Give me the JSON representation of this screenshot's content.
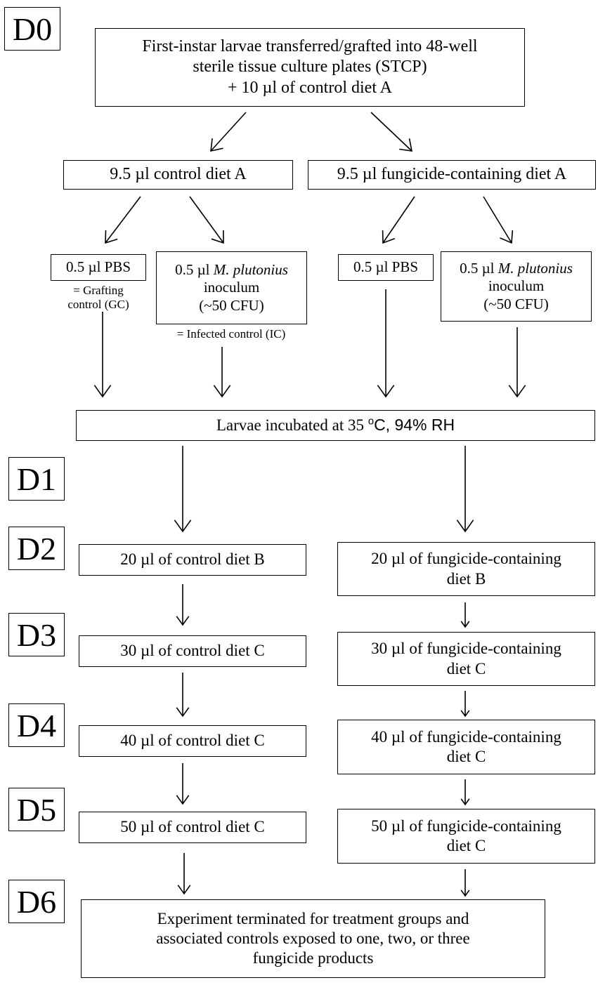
{
  "days": [
    "D0",
    "D1",
    "D2",
    "D3",
    "D4",
    "D5",
    "D6"
  ],
  "top_box": {
    "line1": "First-instar larvae transferred/grafted into 48-well",
    "line2": "sterile tissue culture plates (STCP)",
    "line3": "+ 10 µl of control diet A"
  },
  "diet_a_control": "9.5 µl control diet A",
  "diet_a_fungicide": "9.5 µl fungicide-containing diet A",
  "pbs_left": "0.5 µl PBS",
  "pbs_left_note_1": "= Grafting",
  "pbs_left_note_2": "control (GC)",
  "mp_left": {
    "prefix": "0.5 µl ",
    "species": "M. plutonius",
    "line2": "inoculum",
    "line3": "(~50 CFU)"
  },
  "mp_left_note": "= Infected control (IC)",
  "pbs_right": "0.5 µl PBS",
  "mp_right": {
    "prefix": "0.5 µl ",
    "species": "M. plutonius",
    "line2": "inoculum",
    "line3": "(~50 CFU)"
  },
  "incubation": {
    "prefix": "Larvae incubated at 35 ",
    "degree": "o",
    "suffix": "C, 94% RH"
  },
  "left_steps": [
    "20 µl of control diet B",
    "30 µl of control diet C",
    "40 µl of control diet C",
    "50 µl of control diet C"
  ],
  "right_steps": [
    {
      "line1": "20 µl of fungicide-containing",
      "line2": "diet B"
    },
    {
      "line1": "30 µl of fungicide-containing",
      "line2": "diet C"
    },
    {
      "line1": "40 µl of fungicide-containing",
      "line2": "diet C"
    },
    {
      "line1": "50 µl of fungicide-containing",
      "line2": "diet C"
    }
  ],
  "final_box": {
    "line1": "Experiment terminated for treatment groups and",
    "line2": "associated controls exposed to one, two, or three",
    "line3": "fungicide products"
  }
}
